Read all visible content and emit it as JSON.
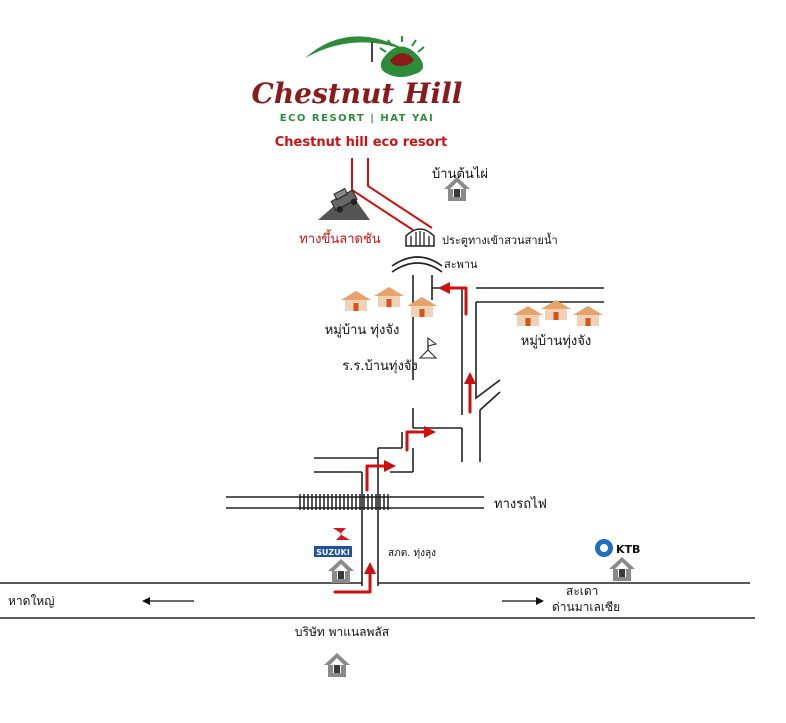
{
  "logo": {
    "brand_name": "Chestnut Hill",
    "tagline": "ECO RESORT | HAT YAI"
  },
  "header": {
    "title": "Chestnut hill eco resort"
  },
  "places": {
    "ban_ton_phai": "บ้านต้นไผ่",
    "steep_slope": "ทางขึ้นลาดชัน",
    "gate": "ประตูทางเข้าสวนสายน้ำ",
    "bridge": "สะพาน",
    "village_left": "หมู่บ้าน ทุ่งจัง",
    "village_right": "หมู่บ้านทุ่งจัง",
    "school": "ร.ร.บ้านทุ่งจัง",
    "railway": "ทางรถไฟ",
    "police": "สภต. ทุ่งลุง",
    "hat_yai": "หาดใหญ่",
    "sadao": "สะเดา",
    "malaysia_border": "ด่านมาเลเซีย",
    "company": "บริษัท พาแนลพลัส"
  },
  "brands": {
    "suzuki": "SUZUKI",
    "ktb": "KTB"
  },
  "colors": {
    "route_red": "#cc1111",
    "logo_red": "#8b1a1a",
    "logo_green": "#2e8b3a",
    "title_red": "#cc1111",
    "house_roof": "#e8a26b",
    "house_door": "#d4541c",
    "marker_gray": "#8a8a8a",
    "marker_green": "#2f8f4e"
  },
  "icons": [
    "leaf-swoosh-icon",
    "chestnut-icon",
    "jeep-icon",
    "gate-icon",
    "house-icon",
    "flag-icon",
    "arrow-left-icon",
    "arrow-right-icon",
    "suzuki-logo-icon",
    "ktb-logo-icon",
    "location-marker-icon"
  ]
}
